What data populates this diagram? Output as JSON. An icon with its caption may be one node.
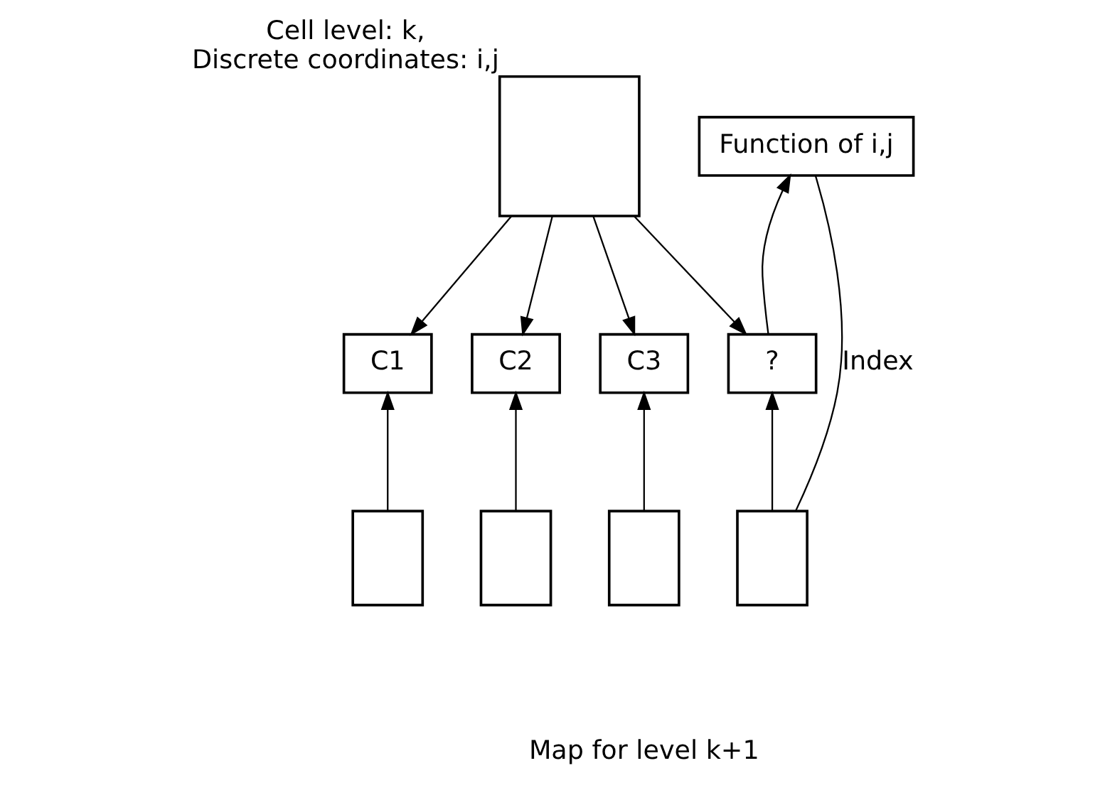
{
  "diagram": {
    "nodes": [
      {
        "text": [],
        "shape": "box",
        "beside": [
          "Cell level: k,",
          "Discrete coordinates: i,j"
        ]
      },
      {
        "text": [
          "C1"
        ]
      },
      {
        "text": [
          "C2"
        ]
      },
      {
        "text": [
          "C3"
        ]
      },
      {
        "text": [
          "?"
        ]
      },
      {
        "text": [
          "Function of i,j"
        ]
      },
      {
        "text": [],
        "shape": "box"
      },
      {
        "text": [],
        "shape": "box"
      },
      {
        "text": [],
        "shape": "box"
      },
      {
        "text": [],
        "shape": "box"
      }
    ],
    "edges": [
      {
        "from": 0,
        "to": 1,
        "arrow": "to"
      },
      {
        "from": 0,
        "to": 2,
        "arrow": "to"
      },
      {
        "from": 0,
        "to": 3,
        "arrow": "to"
      },
      {
        "from": 0,
        "to": 4,
        "arrow": "to"
      },
      {
        "from": 4,
        "to": 5,
        "arrow": "to"
      },
      {
        "from": 5,
        "to": 9,
        "arrow": "none",
        "label": "Index"
      },
      {
        "from": 6,
        "to": 1,
        "arrow": "to"
      },
      {
        "from": 7,
        "to": 2,
        "arrow": "to"
      },
      {
        "from": 8,
        "to": 3,
        "arrow": "to"
      },
      {
        "from": 9,
        "to": 4,
        "arrow": "to"
      }
    ],
    "labels": [
      "Map for level k+1"
    ]
  }
}
